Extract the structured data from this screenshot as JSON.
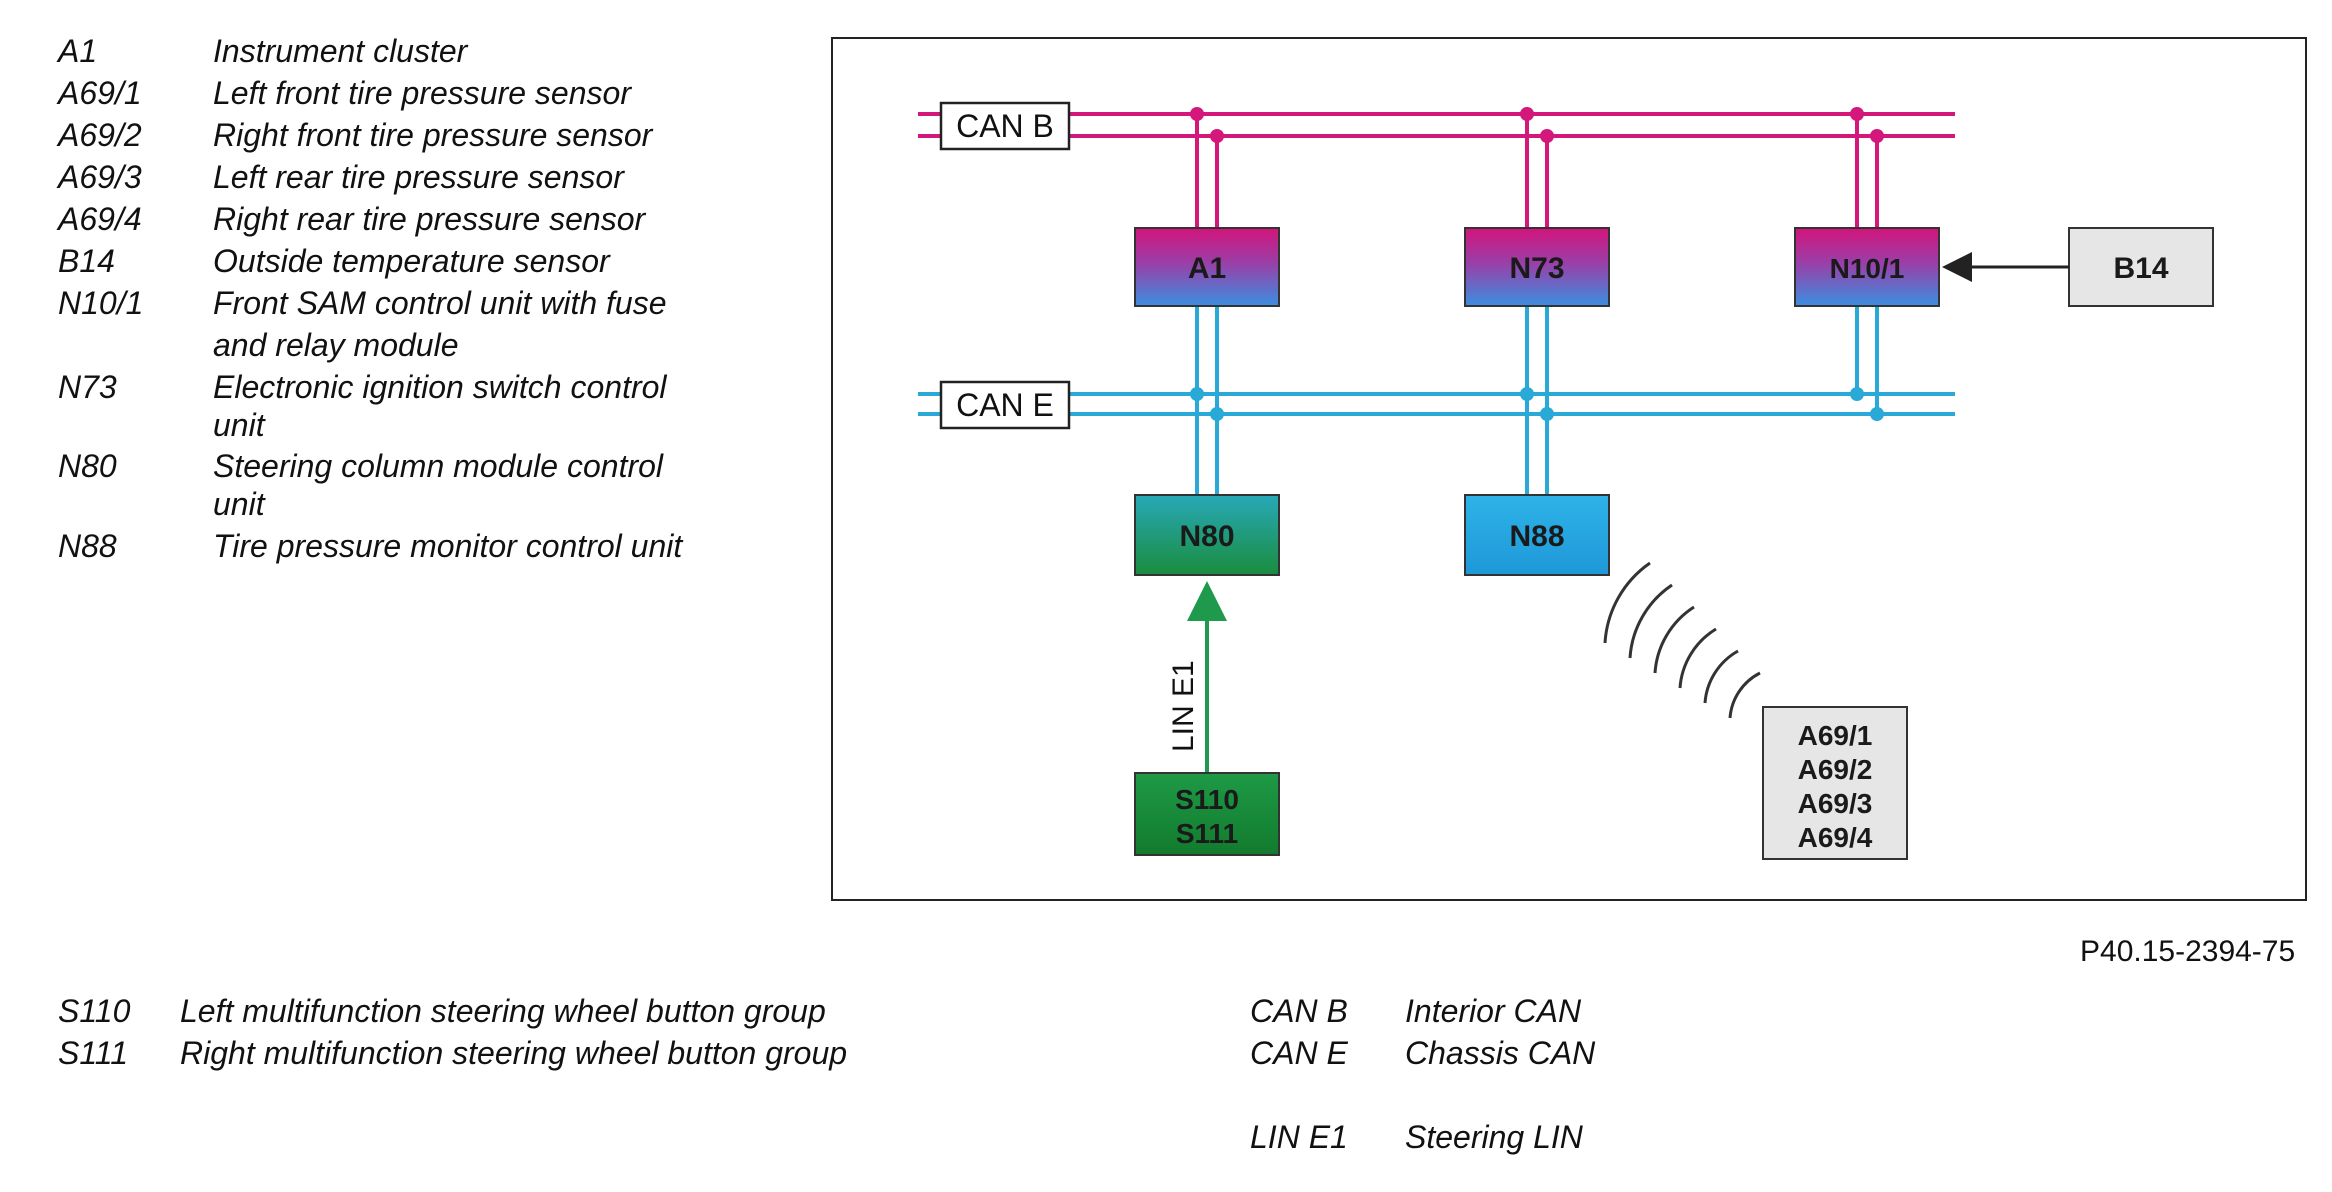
{
  "top_legend": [
    {
      "code": "A1",
      "lines": [
        "Instrument cluster"
      ]
    },
    {
      "code": "A69/1",
      "lines": [
        "Left front tire pressure sensor"
      ]
    },
    {
      "code": "A69/2",
      "lines": [
        "Right front tire pressure sensor"
      ]
    },
    {
      "code": "A69/3",
      "lines": [
        "Left rear tire pressure sensor"
      ]
    },
    {
      "code": "A69/4",
      "lines": [
        "Right rear tire pressure sensor"
      ]
    },
    {
      "code": "B14",
      "lines": [
        "Outside temperature sensor"
      ]
    },
    {
      "code": "N10/1",
      "lines": [
        "Front SAM control unit with fuse",
        "and relay module"
      ]
    },
    {
      "code": "N73",
      "lines": [
        "Electronic ignition switch control",
        "unit"
      ]
    },
    {
      "code": "N80",
      "lines": [
        "Steering column module control",
        "unit"
      ]
    },
    {
      "code": "N88",
      "lines": [
        "Tire pressure monitor control unit"
      ]
    }
  ],
  "bottom_legend": [
    {
      "code": "S110",
      "desc": "Left multifunction steering wheel button group"
    },
    {
      "code": "S111",
      "desc": "Right multifunction steering wheel button group"
    }
  ],
  "bus_legend": [
    {
      "code": "CAN B",
      "desc": "Interior CAN"
    },
    {
      "code": "CAN E",
      "desc": "Chassis CAN"
    },
    {
      "code": "LIN E1",
      "desc": "Steering LIN"
    }
  ],
  "figure_code": "P40.15-2394-75",
  "diagram": {
    "bus_labels": {
      "can_b": "CAN B",
      "can_e": "CAN E"
    },
    "link_label": "LIN E1",
    "modules": {
      "a1": "A1",
      "n73": "N73",
      "n10_1": "N10/1",
      "b14": "B14",
      "n80": "N80",
      "n88": "N88",
      "s110": "S110",
      "s111": "S111",
      "sensors": [
        "A69/1",
        "A69/2",
        "A69/3",
        "A69/4"
      ]
    },
    "colors": {
      "can_b": "#d4177a",
      "can_e": "#29a9d8",
      "lin": "#1f9a4d",
      "gray_box": "#e6e6e6"
    }
  }
}
